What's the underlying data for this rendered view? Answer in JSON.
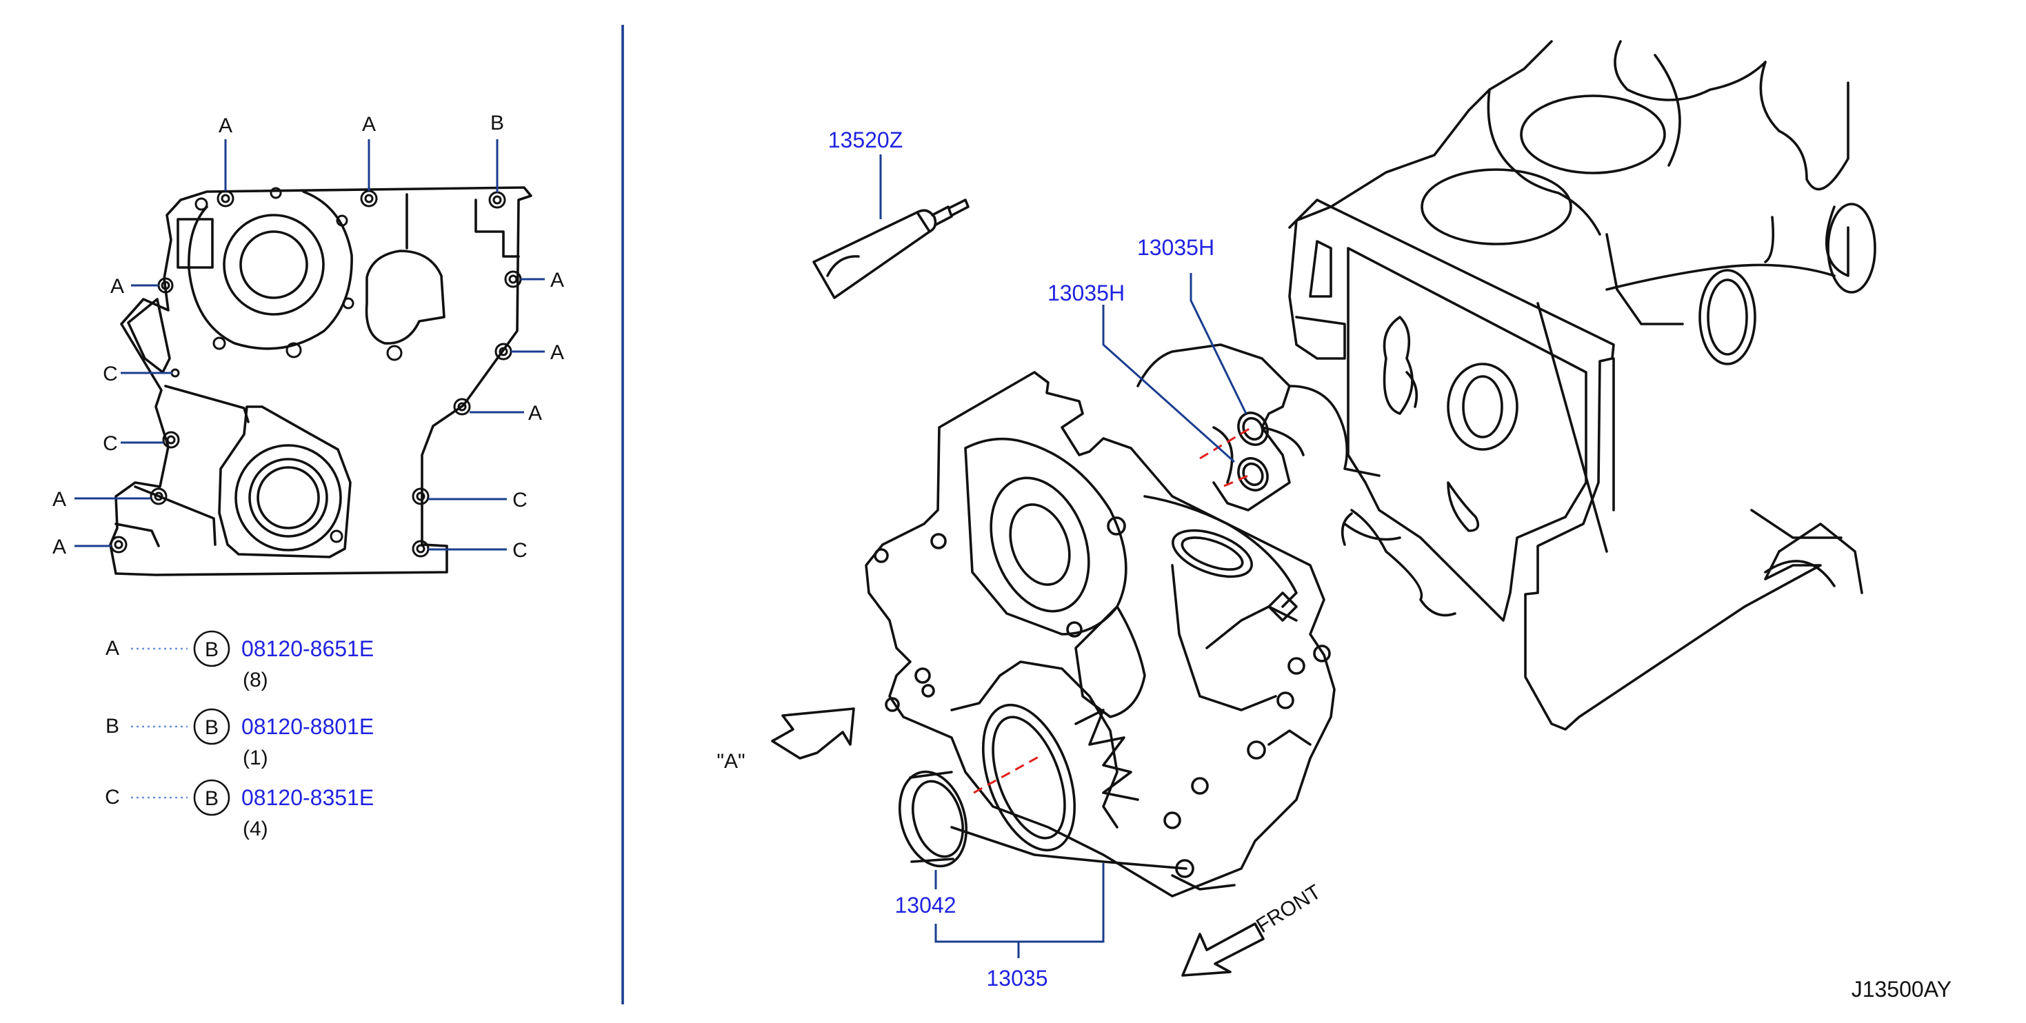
{
  "diagram_code": "J13500AY",
  "view_label": "\"A\"",
  "front_label": "FRONT",
  "callouts": {
    "sealant": "13520Z",
    "o_ring_upper": "13035H",
    "o_ring_lower": "13035H",
    "oil_seal": "13042",
    "front_cover": "13035"
  },
  "bolt_positions": {
    "top_1": "A",
    "top_2": "A",
    "top_3": "B",
    "left_1": "A",
    "right_1": "A",
    "right_2": "A",
    "left_c1": "C",
    "left_c2": "C",
    "right_a3": "A",
    "left_a2": "A",
    "right_c1": "C",
    "left_a3": "A",
    "right_c2": "C"
  },
  "legend": [
    {
      "letter": "A",
      "circle": "B",
      "part": "08120-8651E",
      "qty": "(8)"
    },
    {
      "letter": "B",
      "circle": "B",
      "part": "08120-8801E",
      "qty": "(1)"
    },
    {
      "letter": "C",
      "circle": "B",
      "part": "08120-8351E",
      "qty": "(4)"
    }
  ],
  "colors": {
    "part_number": "#1f22e0",
    "leader": "#1a3d8f",
    "guide": "#e0201c",
    "ink": "#111111"
  }
}
